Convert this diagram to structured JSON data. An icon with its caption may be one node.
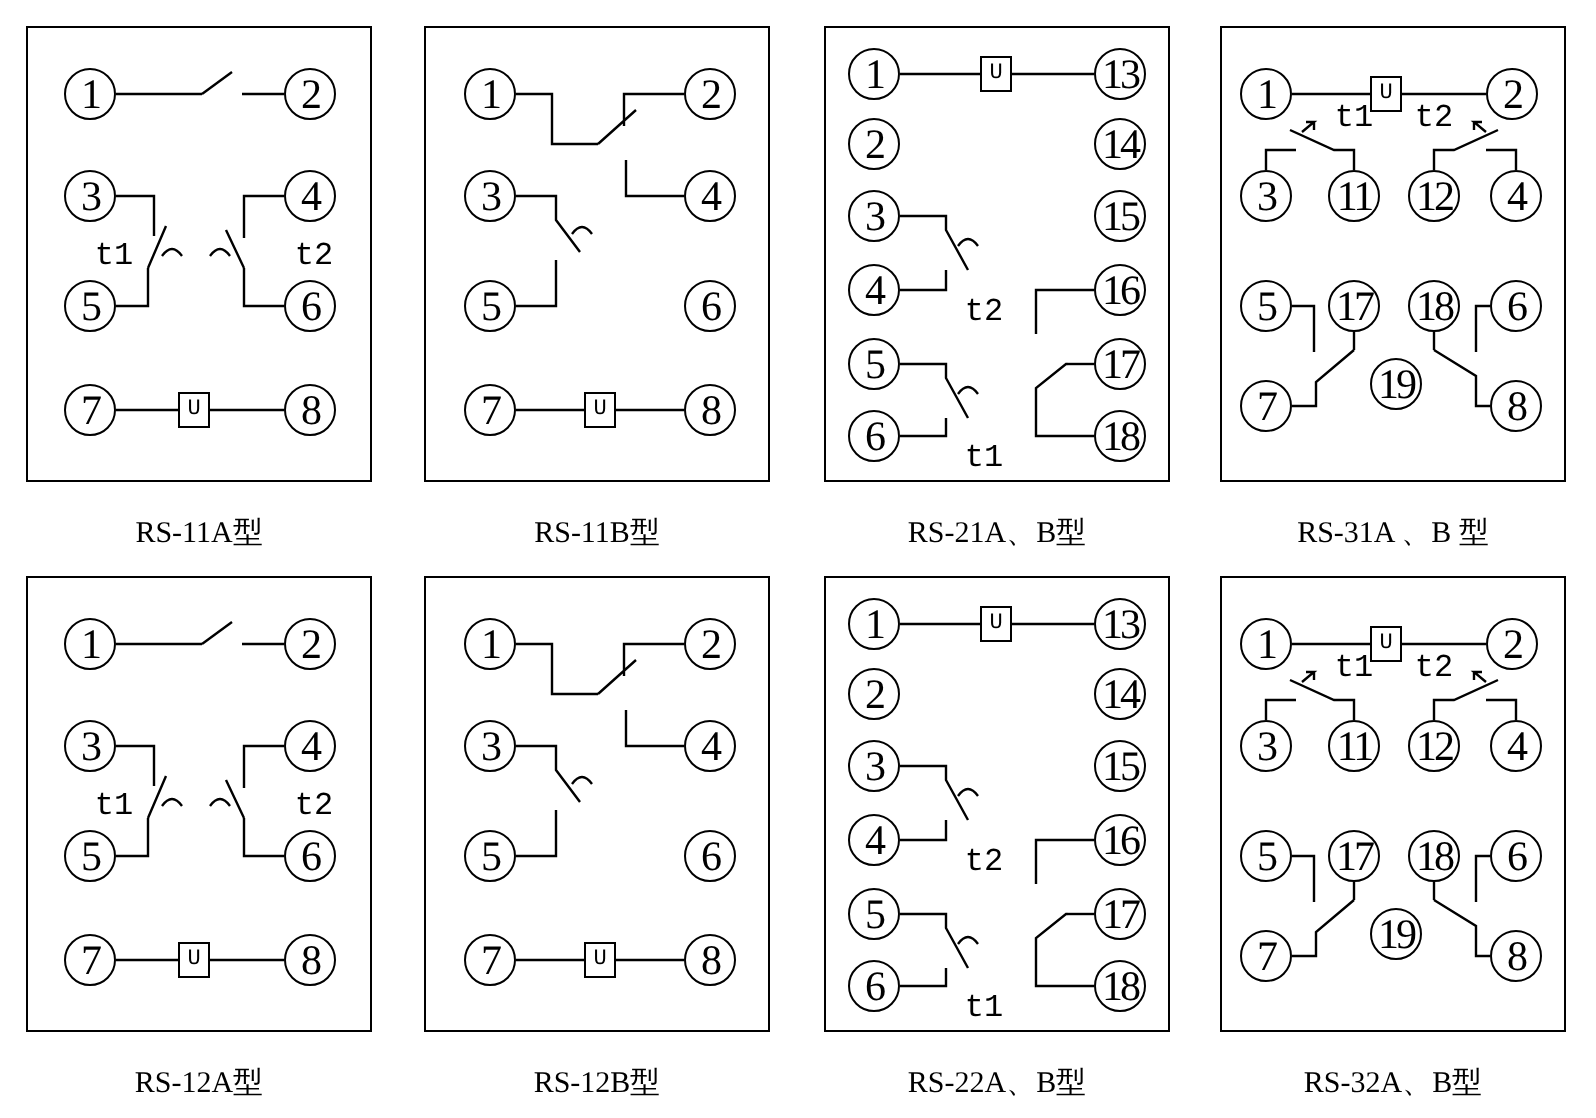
{
  "diagram": {
    "nodes": [
      {
        "text": [
          "RS-11A型"
        ]
      },
      {
        "text": [
          "1"
        ],
        "in": 0
      },
      {
        "text": [
          "2"
        ],
        "in": 0
      },
      {
        "text": [
          "3"
        ],
        "in": 0
      },
      {
        "text": [
          "4"
        ],
        "in": 0
      },
      {
        "text": [
          "5"
        ],
        "in": 0
      },
      {
        "text": [
          "6"
        ],
        "in": 0
      },
      {
        "text": [
          "7"
        ],
        "in": 0
      },
      {
        "text": [
          "U"
        ],
        "in": 0
      },
      {
        "text": [
          "8"
        ],
        "in": 0
      },
      {
        "text": [],
        "shape": "switch",
        "in": 0
      },
      {
        "text": [],
        "shape": "switch",
        "in": 0
      },
      {
        "text": [],
        "shape": "switch",
        "in": 0
      },
      {
        "text": [
          "RS-11B型"
        ]
      },
      {
        "text": [
          "1"
        ],
        "in": 13
      },
      {
        "text": [
          "2"
        ],
        "in": 13
      },
      {
        "text": [
          "3"
        ],
        "in": 13
      },
      {
        "text": [
          "4"
        ],
        "in": 13
      },
      {
        "text": [
          "5"
        ],
        "in": 13
      },
      {
        "text": [
          "6"
        ],
        "in": 13
      },
      {
        "text": [
          "7"
        ],
        "in": 13
      },
      {
        "text": [
          "U"
        ],
        "in": 13
      },
      {
        "text": [
          "8"
        ],
        "in": 13
      },
      {
        "text": [],
        "shape": "switch",
        "in": 13
      },
      {
        "text": [],
        "shape": "switch",
        "in": 13
      },
      {
        "text": [
          "RS-21A、B型"
        ]
      },
      {
        "text": [
          "1"
        ],
        "in": 25
      },
      {
        "text": [
          "U"
        ],
        "in": 25
      },
      {
        "text": [
          "13"
        ],
        "in": 25
      },
      {
        "text": [
          "2"
        ],
        "in": 25
      },
      {
        "text": [
          "14"
        ],
        "in": 25
      },
      {
        "text": [
          "3"
        ],
        "in": 25
      },
      {
        "text": [
          "15"
        ],
        "in": 25
      },
      {
        "text": [
          "4"
        ],
        "in": 25
      },
      {
        "text": [
          "16"
        ],
        "in": 25
      },
      {
        "text": [
          "5"
        ],
        "in": 25
      },
      {
        "text": [
          "17"
        ],
        "in": 25
      },
      {
        "text": [
          "6"
        ],
        "in": 25
      },
      {
        "text": [
          "18"
        ],
        "in": 25
      },
      {
        "text": [],
        "shape": "switch",
        "in": 25
      },
      {
        "text": [],
        "shape": "switch",
        "in": 25
      },
      {
        "text": [],
        "shape": "switch",
        "in": 25
      },
      {
        "text": [
          "RS-31A 、B 型"
        ]
      },
      {
        "text": [
          "1"
        ],
        "in": 42
      },
      {
        "text": [
          "U"
        ],
        "in": 42
      },
      {
        "text": [
          "2"
        ],
        "in": 42
      },
      {
        "text": [
          "3"
        ],
        "in": 42
      },
      {
        "text": [
          "11"
        ],
        "in": 42
      },
      {
        "text": [
          "12"
        ],
        "in": 42
      },
      {
        "text": [
          "4"
        ],
        "in": 42
      },
      {
        "text": [
          "5"
        ],
        "in": 42
      },
      {
        "text": [
          "17"
        ],
        "in": 42
      },
      {
        "text": [
          "18"
        ],
        "in": 42
      },
      {
        "text": [
          "6"
        ],
        "in": 42
      },
      {
        "text": [
          "19"
        ],
        "in": 42
      },
      {
        "text": [
          "7"
        ],
        "in": 42
      },
      {
        "text": [
          "8"
        ],
        "in": 42
      },
      {
        "text": [],
        "shape": "switch",
        "in": 42
      },
      {
        "text": [],
        "shape": "switch",
        "in": 42
      },
      {
        "text": [],
        "shape": "switch",
        "in": 42
      },
      {
        "text": [],
        "shape": "switch",
        "in": 42
      },
      {
        "text": [
          "RS-12A型"
        ]
      },
      {
        "text": [
          "1"
        ],
        "in": 61
      },
      {
        "text": [
          "2"
        ],
        "in": 61
      },
      {
        "text": [
          "3"
        ],
        "in": 61
      },
      {
        "text": [
          "4"
        ],
        "in": 61
      },
      {
        "text": [
          "5"
        ],
        "in": 61
      },
      {
        "text": [
          "6"
        ],
        "in": 61
      },
      {
        "text": [
          "7"
        ],
        "in": 61
      },
      {
        "text": [
          "U"
        ],
        "in": 61
      },
      {
        "text": [
          "8"
        ],
        "in": 61
      },
      {
        "text": [],
        "shape": "switch",
        "in": 61
      },
      {
        "text": [],
        "shape": "switch",
        "in": 61
      },
      {
        "text": [],
        "shape": "switch",
        "in": 61
      },
      {
        "text": [
          "RS-12B型"
        ]
      },
      {
        "text": [
          "1"
        ],
        "in": 74
      },
      {
        "text": [
          "2"
        ],
        "in": 74
      },
      {
        "text": [
          "3"
        ],
        "in": 74
      },
      {
        "text": [
          "4"
        ],
        "in": 74
      },
      {
        "text": [
          "5"
        ],
        "in": 74
      },
      {
        "text": [
          "6"
        ],
        "in": 74
      },
      {
        "text": [
          "7"
        ],
        "in": 74
      },
      {
        "text": [
          "U"
        ],
        "in": 74
      },
      {
        "text": [
          "8"
        ],
        "in": 74
      },
      {
        "text": [],
        "shape": "switch",
        "in": 74
      },
      {
        "text": [],
        "shape": "switch",
        "in": 74
      },
      {
        "text": [
          "RS-22A、B型"
        ]
      },
      {
        "text": [
          "1"
        ],
        "in": 86
      },
      {
        "text": [
          "U"
        ],
        "in": 86
      },
      {
        "text": [
          "13"
        ],
        "in": 86
      },
      {
        "text": [
          "2"
        ],
        "in": 86
      },
      {
        "text": [
          "14"
        ],
        "in": 86
      },
      {
        "text": [
          "3"
        ],
        "in": 86
      },
      {
        "text": [
          "15"
        ],
        "in": 86
      },
      {
        "text": [
          "4"
        ],
        "in": 86
      },
      {
        "text": [
          "16"
        ],
        "in": 86
      },
      {
        "text": [
          "5"
        ],
        "in": 86
      },
      {
        "text": [
          "17"
        ],
        "in": 86
      },
      {
        "text": [
          "6"
        ],
        "in": 86
      },
      {
        "text": [
          "18"
        ],
        "in": 86
      },
      {
        "text": [],
        "shape": "switch",
        "in": 86
      },
      {
        "text": [],
        "shape": "switch",
        "in": 86
      },
      {
        "text": [],
        "shape": "switch",
        "in": 86
      },
      {
        "text": [
          "RS-32A、B型"
        ]
      },
      {
        "text": [
          "1"
        ],
        "in": 103
      },
      {
        "text": [
          "U"
        ],
        "in": 103
      },
      {
        "text": [
          "2"
        ],
        "in": 103
      },
      {
        "text": [
          "3"
        ],
        "in": 103
      },
      {
        "text": [
          "11"
        ],
        "in": 103
      },
      {
        "text": [
          "12"
        ],
        "in": 103
      },
      {
        "text": [
          "4"
        ],
        "in": 103
      },
      {
        "text": [
          "5"
        ],
        "in": 103
      },
      {
        "text": [
          "17"
        ],
        "in": 103
      },
      {
        "text": [
          "18"
        ],
        "in": 103
      },
      {
        "text": [
          "6"
        ],
        "in": 103
      },
      {
        "text": [
          "19"
        ],
        "in": 103
      },
      {
        "text": [
          "7"
        ],
        "in": 103
      },
      {
        "text": [
          "8"
        ],
        "in": 103
      },
      {
        "text": [],
        "shape": "switch",
        "in": 103
      },
      {
        "text": [],
        "shape": "switch",
        "in": 103
      },
      {
        "text": [],
        "shape": "switch",
        "in": 103
      },
      {
        "text": [],
        "shape": "switch",
        "in": 103
      }
    ],
    "edges": [
      {
        "from": 1,
        "to": 10,
        "arrow": "none"
      },
      {
        "from": 10,
        "to": 2,
        "arrow": "none"
      },
      {
        "from": 3,
        "to": 11,
        "arrow": "none"
      },
      {
        "from": 11,
        "to": 5,
        "arrow": "none"
      },
      {
        "from": 4,
        "to": 12,
        "arrow": "none"
      },
      {
        "from": 12,
        "to": 6,
        "arrow": "none"
      },
      {
        "from": 7,
        "to": 8,
        "arrow": "none"
      },
      {
        "from": 8,
        "to": 9,
        "arrow": "none"
      },
      {
        "from": 14,
        "to": 23,
        "arrow": "none"
      },
      {
        "from": 23,
        "to": 15,
        "arrow": "none"
      },
      {
        "from": 23,
        "to": 17,
        "arrow": "none"
      },
      {
        "from": 16,
        "to": 24,
        "arrow": "none"
      },
      {
        "from": 24,
        "to": 18,
        "arrow": "none"
      },
      {
        "from": 20,
        "to": 21,
        "arrow": "none"
      },
      {
        "from": 21,
        "to": 22,
        "arrow": "none"
      },
      {
        "from": 26,
        "to": 27,
        "arrow": "none"
      },
      {
        "from": 27,
        "to": 28,
        "arrow": "none"
      },
      {
        "from": 31,
        "to": 39,
        "arrow": "none"
      },
      {
        "from": 39,
        "to": 33,
        "arrow": "none"
      },
      {
        "from": 35,
        "to": 40,
        "arrow": "none"
      },
      {
        "from": 40,
        "to": 37,
        "arrow": "none"
      },
      {
        "from": 36,
        "to": 41,
        "arrow": "none"
      },
      {
        "from": 41,
        "to": 34,
        "arrow": "none"
      },
      {
        "from": 41,
        "to": 38,
        "arrow": "none"
      },
      {
        "from": 43,
        "to": 44,
        "arrow": "none"
      },
      {
        "from": 44,
        "to": 45,
        "arrow": "none"
      },
      {
        "from": 47,
        "to": 57,
        "arrow": "none"
      },
      {
        "from": 57,
        "to": 46,
        "arrow": "none"
      },
      {
        "from": 48,
        "to": 58,
        "arrow": "none"
      },
      {
        "from": 58,
        "to": 49,
        "arrow": "none"
      },
      {
        "from": 51,
        "to": 59,
        "arrow": "none"
      },
      {
        "from": 59,
        "to": 50,
        "arrow": "none"
      },
      {
        "from": 59,
        "to": 55,
        "arrow": "none"
      },
      {
        "from": 52,
        "to": 60,
        "arrow": "none"
      },
      {
        "from": 60,
        "to": 53,
        "arrow": "none"
      },
      {
        "from": 60,
        "to": 56,
        "arrow": "none"
      },
      {
        "from": 62,
        "to": 71,
        "arrow": "none"
      },
      {
        "from": 71,
        "to": 63,
        "arrow": "none"
      },
      {
        "from": 64,
        "to": 72,
        "arrow": "none"
      },
      {
        "from": 72,
        "to": 66,
        "arrow": "none"
      },
      {
        "from": 65,
        "to": 73,
        "arrow": "none"
      },
      {
        "from": 73,
        "to": 67,
        "arrow": "none"
      },
      {
        "from": 68,
        "to": 69,
        "arrow": "none"
      },
      {
        "from": 69,
        "to": 70,
        "arrow": "none"
      },
      {
        "from": 75,
        "to": 84,
        "arrow": "none"
      },
      {
        "from": 84,
        "to": 76,
        "arrow": "none"
      },
      {
        "from": 84,
        "to": 78,
        "arrow": "none"
      },
      {
        "from": 77,
        "to": 85,
        "arrow": "none"
      },
      {
        "from": 85,
        "to": 79,
        "arrow": "none"
      },
      {
        "from": 81,
        "to": 82,
        "arrow": "none"
      },
      {
        "from": 82,
        "to": 83,
        "arrow": "none"
      },
      {
        "from": 87,
        "to": 88,
        "arrow": "none"
      },
      {
        "from": 88,
        "to": 89,
        "arrow": "none"
      },
      {
        "from": 92,
        "to": 100,
        "arrow": "none"
      },
      {
        "from": 100,
        "to": 94,
        "arrow": "none"
      },
      {
        "from": 96,
        "to": 101,
        "arrow": "none"
      },
      {
        "from": 101,
        "to": 98,
        "arrow": "none"
      },
      {
        "from": 97,
        "to": 102,
        "arrow": "none"
      },
      {
        "from": 102,
        "to": 95,
        "arrow": "none"
      },
      {
        "from": 102,
        "to": 99,
        "arrow": "none"
      },
      {
        "from": 104,
        "to": 105,
        "arrow": "none"
      },
      {
        "from": 105,
        "to": 106,
        "arrow": "none"
      },
      {
        "from": 108,
        "to": 118,
        "arrow": "none"
      },
      {
        "from": 118,
        "to": 107,
        "arrow": "none"
      },
      {
        "from": 109,
        "to": 119,
        "arrow": "none"
      },
      {
        "from": 119,
        "to": 110,
        "arrow": "none"
      },
      {
        "from": 112,
        "to": 120,
        "arrow": "none"
      },
      {
        "from": 120,
        "to": 111,
        "arrow": "none"
      },
      {
        "from": 120,
        "to": 116,
        "arrow": "none"
      },
      {
        "from": 113,
        "to": 121,
        "arrow": "none"
      },
      {
        "from": 121,
        "to": 114,
        "arrow": "none"
      },
      {
        "from": 121,
        "to": 117,
        "arrow": "none"
      }
    ],
    "labels": [
      "t1",
      "t2",
      "t2",
      "t1",
      "t1",
      "t2",
      "t1",
      "t2",
      "t2",
      "t1",
      "t1",
      "t2"
    ]
  }
}
